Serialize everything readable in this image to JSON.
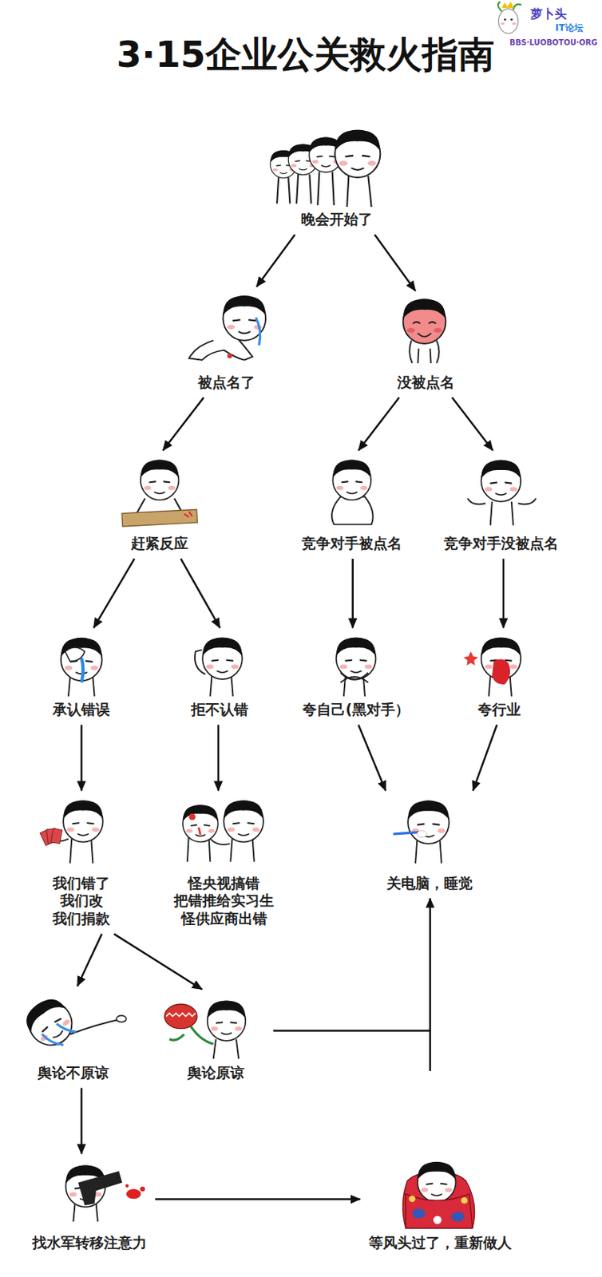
{
  "diagram": {
    "title": "3·15企业公关救火指南",
    "nodes": [
      {
        "text": [
          "晚会开始了"
        ]
      },
      {
        "text": [
          "被点名了"
        ]
      },
      {
        "text": [
          "没被点名"
        ]
      },
      {
        "text": [
          "赶紧反应"
        ]
      },
      {
        "text": [
          "竞争对手被点名"
        ]
      },
      {
        "text": [
          "竞争对手没被点名"
        ]
      },
      {
        "text": [
          "承认错误"
        ]
      },
      {
        "text": [
          "拒不认错"
        ]
      },
      {
        "text": [
          "夸自己(黑对手）"
        ]
      },
      {
        "text": [
          "夸行业"
        ]
      },
      {
        "text": [
          "我们错了 我们改 我们捐款"
        ]
      },
      {
        "text": [
          "怪央视搞错 把错推给实习生 怪供应商出错"
        ]
      },
      {
        "text": [
          "关电脑，睡觉"
        ]
      },
      {
        "text": [
          "舆论不原谅"
        ]
      },
      {
        "text": [
          "舆论原谅"
        ]
      },
      {
        "text": [
          "找水军转移注意力"
        ]
      },
      {
        "text": [
          "等风头过了，重新做人"
        ]
      }
    ],
    "edges": [
      {
        "from": 0,
        "to": 1,
        "arrow": "to"
      },
      {
        "from": 0,
        "to": 2,
        "arrow": "to"
      },
      {
        "from": 1,
        "to": 3,
        "arrow": "to"
      },
      {
        "from": 2,
        "to": 4,
        "arrow": "to"
      },
      {
        "from": 2,
        "to": 5,
        "arrow": "to"
      },
      {
        "from": 3,
        "to": 6,
        "arrow": "to"
      },
      {
        "from": 3,
        "to": 7,
        "arrow": "to"
      },
      {
        "from": 4,
        "to": 8,
        "arrow": "to"
      },
      {
        "from": 5,
        "to": 9,
        "arrow": "to"
      },
      {
        "from": 6,
        "to": 10,
        "arrow": "to"
      },
      {
        "from": 7,
        "to": 11,
        "arrow": "to"
      },
      {
        "from": 8,
        "to": 12,
        "arrow": "to"
      },
      {
        "from": 9,
        "to": 12,
        "arrow": "to"
      },
      {
        "from": 10,
        "to": 13,
        "arrow": "to"
      },
      {
        "from": 10,
        "to": 14,
        "arrow": "to"
      },
      {
        "from": 14,
        "to": 12,
        "arrow": "to"
      },
      {
        "from": 13,
        "to": 15,
        "arrow": "to"
      },
      {
        "from": 15,
        "to": 16,
        "arrow": "to"
      }
    ],
    "labels": [
      "萝卜头",
      "IT论坛",
      "BBS·LUOBOTOU·ORG"
    ]
  }
}
